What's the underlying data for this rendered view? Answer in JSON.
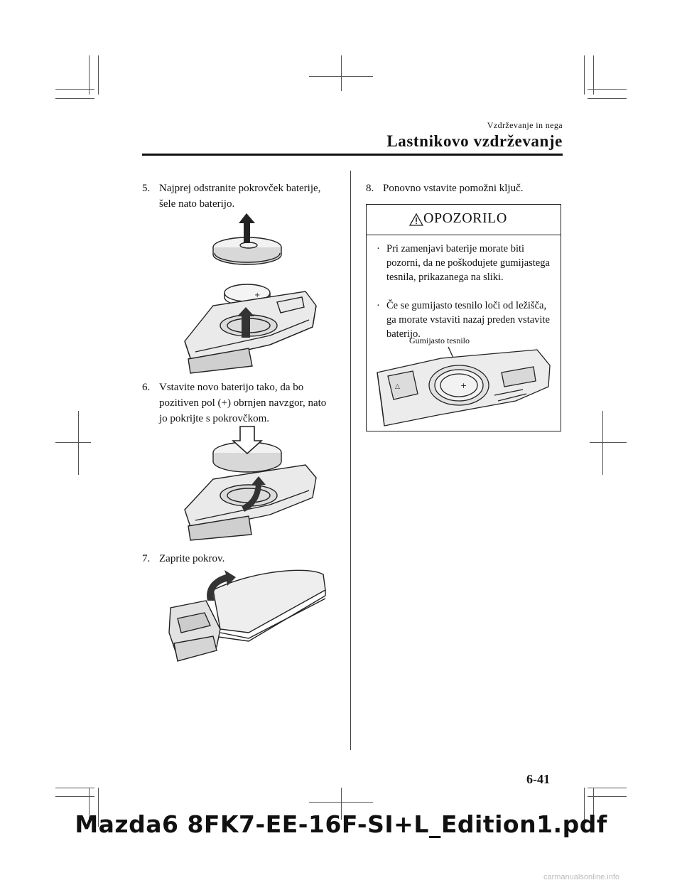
{
  "header": {
    "section_small": "Vzdrževanje in nega",
    "section_title": "Lastnikovo vzdrževanje"
  },
  "steps": {
    "s5": {
      "num": "5.",
      "line1": "Najprej odstranite pokrovček baterije,",
      "line2": "šele nato baterijo."
    },
    "s6": {
      "num": "6.",
      "line1": "Vstavite novo baterijo tako, da bo",
      "line2": "pozitiven pol (+) obrnjen navzgor, nato",
      "line3": "jo pokrijte s pokrovčkom."
    },
    "s7": {
      "num": "7.",
      "line1": "Zaprite pokrov."
    },
    "s8": {
      "num": "8.",
      "line1": "Ponovno vstavite pomožni ključ."
    }
  },
  "warning": {
    "title": "OPOZORILO",
    "item1": "Pri zamenjavi baterije morate biti pozorni, da ne poškodujete gumijastega tesnila, prikazanega na sliki.",
    "item2": "Če se gumijasto tesnilo loči od ležišča, ga morate vstaviti nazaj preden vstavite baterijo.",
    "figure_label": "Gumijasto tesnilo",
    "bullet": "·"
  },
  "page_number": "6-41",
  "footer": "Mazda6 8FK7-EE-16F-SI+L_Edition1.pdf",
  "watermark": "carmanualsonline.info"
}
